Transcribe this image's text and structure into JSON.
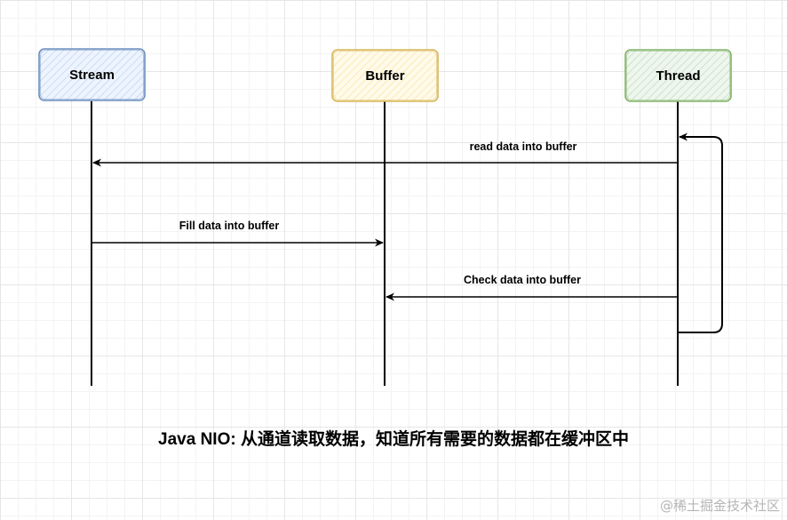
{
  "participants": {
    "stream": {
      "label": "Stream",
      "fill": "#dae8fc",
      "stroke": "#6c8ebf"
    },
    "buffer": {
      "label": "Buffer",
      "fill": "#fff2cc",
      "stroke": "#d6b656"
    },
    "thread": {
      "label": "Thread",
      "fill": "#d5e8d4",
      "stroke": "#82b366"
    }
  },
  "messages": [
    {
      "from": "Thread",
      "to": "Stream",
      "label": "read data into buffer"
    },
    {
      "from": "Stream",
      "to": "Buffer",
      "label": "Fill data into buffer"
    },
    {
      "from": "Thread",
      "to": "Buffer",
      "label": "Check data into buffer"
    }
  ],
  "caption": "Java NIO: 从通道读取数据，知道所有需要的数据都在缓冲区中",
  "watermark": "@稀土掘金技术社区"
}
